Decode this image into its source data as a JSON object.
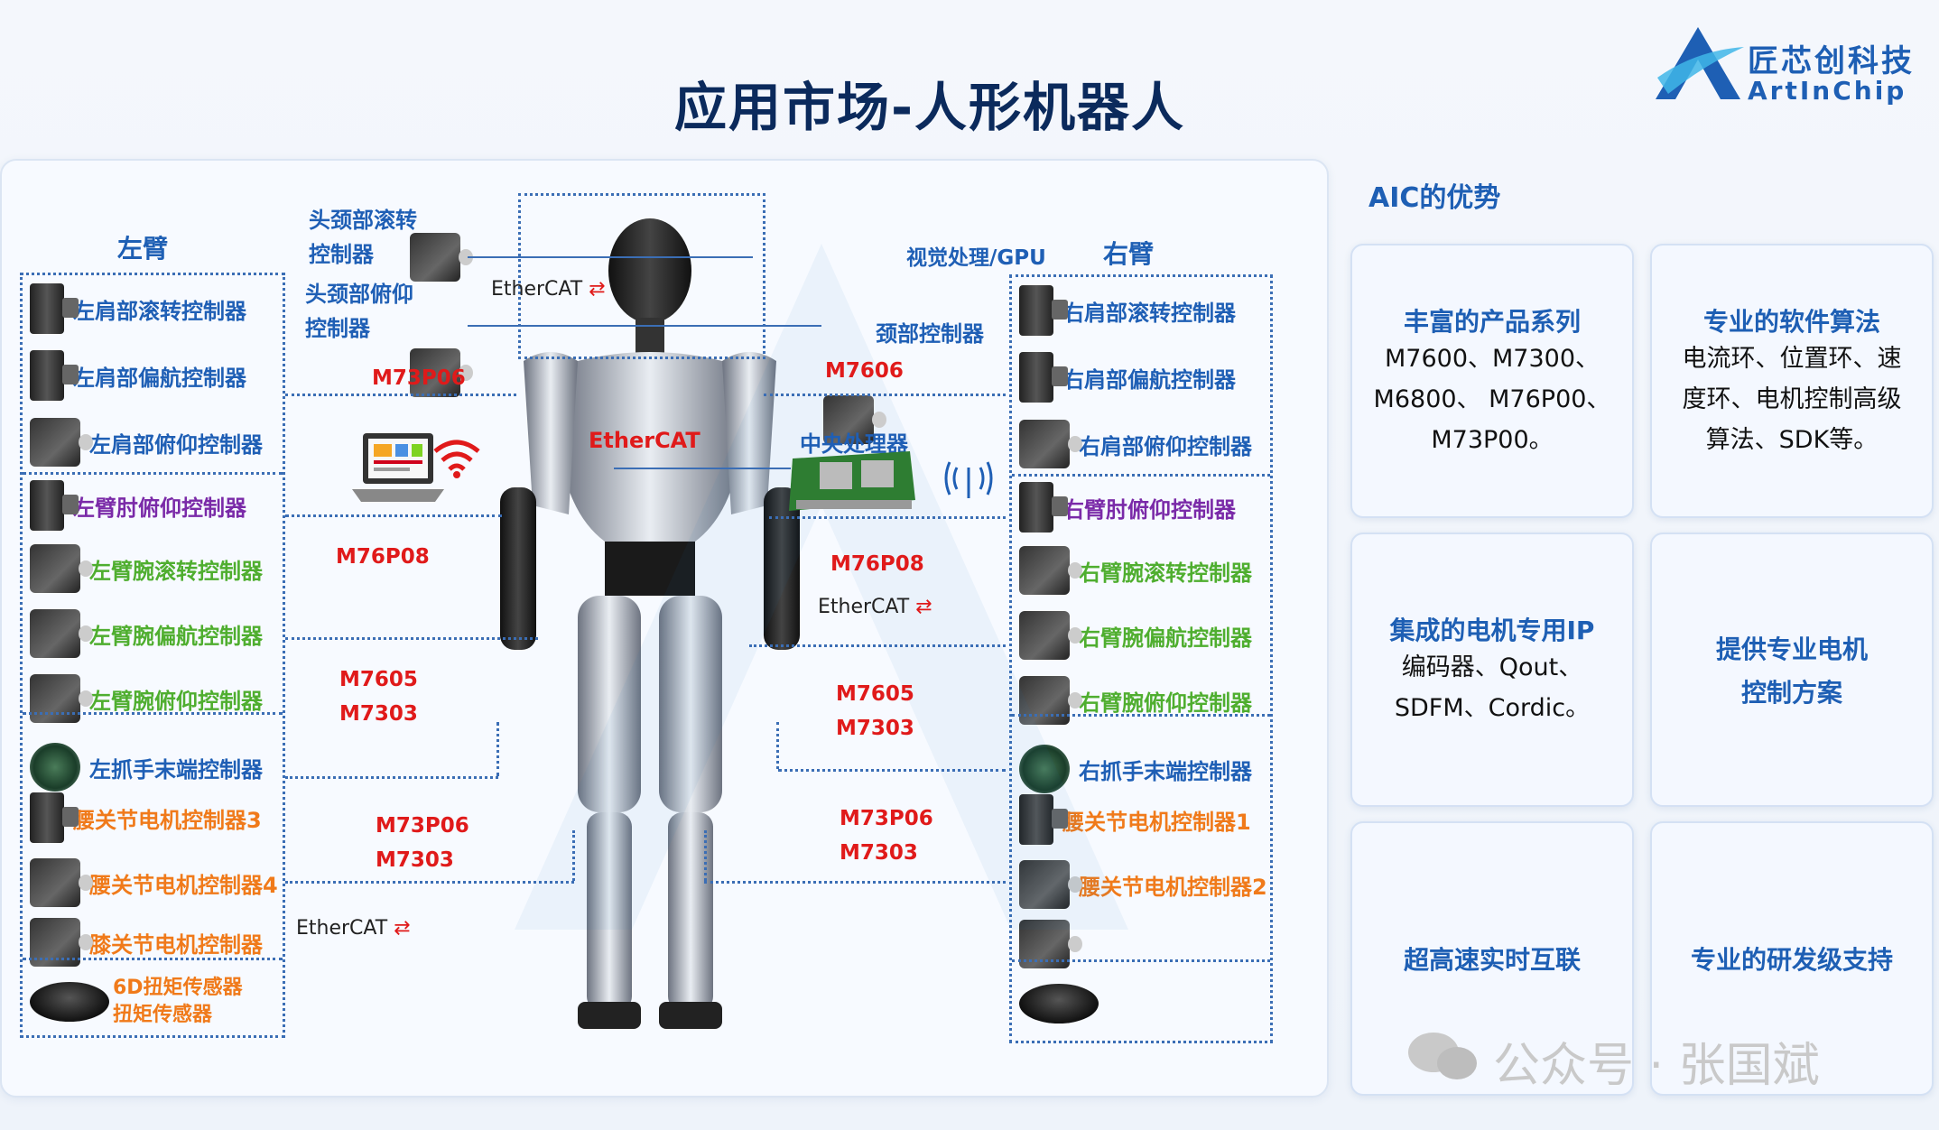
{
  "header": {
    "title": "应用市场-人形机器人"
  },
  "logo": {
    "cn": "匠芯创科技",
    "en": "ArtInChip"
  },
  "left_arm": {
    "title": "左臂",
    "items": [
      {
        "label": "左肩部滚转控制器",
        "color": "blue",
        "icon": "servo-motor-icon"
      },
      {
        "label": "左肩部偏航控制器",
        "color": "blue",
        "icon": "servo-motor-icon"
      },
      {
        "label": "左肩部俯仰控制器",
        "color": "blue",
        "icon": "motor-controller-icon"
      },
      {
        "label": "左臂肘俯仰控制器",
        "color": "purple",
        "icon": "servo-motor-icon"
      },
      {
        "label": "左臂腕滚转控制器",
        "color": "green",
        "icon": "motor-controller-icon"
      },
      {
        "label": "左臂腕偏航控制器",
        "color": "green",
        "icon": "motor-controller-icon"
      },
      {
        "label": "左臂腕俯仰控制器",
        "color": "green",
        "icon": "motor-controller-icon"
      },
      {
        "label": "左抓手末端控制器",
        "color": "blue",
        "icon": "circuit-board-icon"
      },
      {
        "label": "腰关节电机控制器3",
        "color": "orange",
        "icon": "servo-motor-icon"
      },
      {
        "label": "腰关节电机控制器4",
        "color": "orange",
        "icon": "motor-controller-icon"
      },
      {
        "label": "膝关节电机控制器",
        "color": "orange",
        "icon": "motor-controller-icon"
      }
    ],
    "torque_line1": "6D扭矩传感器",
    "torque_line2": "扭矩传感器"
  },
  "right_arm": {
    "title": "右臂",
    "items": [
      {
        "label": "右肩部滚转控制器",
        "color": "blue",
        "icon": "servo-motor-icon"
      },
      {
        "label": "右肩部偏航控制器",
        "color": "blue",
        "icon": "servo-motor-icon"
      },
      {
        "label": "右肩部俯仰控制器",
        "color": "blue",
        "icon": "motor-controller-icon"
      },
      {
        "label": "右臂肘俯仰控制器",
        "color": "purple",
        "icon": "servo-motor-icon"
      },
      {
        "label": "右臂腕滚转控制器",
        "color": "green",
        "icon": "motor-controller-icon"
      },
      {
        "label": "右臂腕偏航控制器",
        "color": "green",
        "icon": "motor-controller-icon"
      },
      {
        "label": "右臂腕俯仰控制器",
        "color": "green",
        "icon": "motor-controller-icon"
      },
      {
        "label": "右抓手末端控制器",
        "color": "blue",
        "icon": "circuit-board-icon"
      },
      {
        "label": "腰关节电机控制器1",
        "color": "orange",
        "icon": "servo-motor-icon"
      },
      {
        "label": "腰关节电机控制器2",
        "color": "orange",
        "icon": "motor-controller-icon"
      },
      {
        "label": "",
        "color": "orange",
        "icon": "motor-controller-icon"
      }
    ]
  },
  "center": {
    "head_roll": "头颈部滚转",
    "head_roll_2": "控制器",
    "head_pitch": "头颈部俯仰",
    "head_pitch_2": "控制器",
    "neck_ctrl": "颈部控制器",
    "vision": "视觉处理/GPU",
    "cpu": "中央处理器",
    "ethercat": "EtherCAT",
    "chips": {
      "m73p06_a": "M73P06",
      "m7606": "M7606",
      "m76p08_l": "M76P08",
      "m76p08_r": "M76P08",
      "m7605_l": "M7605",
      "m7303_l": "M7303",
      "m7605_r": "M7605",
      "m7303_r": "M7303",
      "m73p06_l": "M73P06",
      "m7303_l2": "M7303",
      "m73p06_r": "M73P06",
      "m7303_r2": "M7303"
    }
  },
  "advantages": {
    "title": "AIC的优势",
    "cards": [
      {
        "title": "丰富的产品系列",
        "body": [
          "M7600、M7300、",
          "M6800、 M76P00、",
          "M73P00。"
        ]
      },
      {
        "title": "专业的软件算法",
        "body": [
          "电流环、位置环、速",
          "度环、电机控制高级",
          "算法、SDK等。"
        ]
      },
      {
        "title": "集成的电机专用IP",
        "body": [
          "编码器、Qout、",
          "SDFM、Cordic。"
        ]
      },
      {
        "title": "提供专业电机",
        "body": [
          "控制方案"
        ]
      },
      {
        "title": "超高速实时互联",
        "body": []
      },
      {
        "title": "专业的研发级支持",
        "body": []
      }
    ]
  },
  "watermark": "公众号 · 张国斌",
  "colors": {
    "blue": "#1f5fb5",
    "green": "#4fae2f",
    "purple": "#7a2aa8",
    "orange": "#f07a1a",
    "red": "#e01a1a",
    "navy": "#0b2a5c"
  }
}
